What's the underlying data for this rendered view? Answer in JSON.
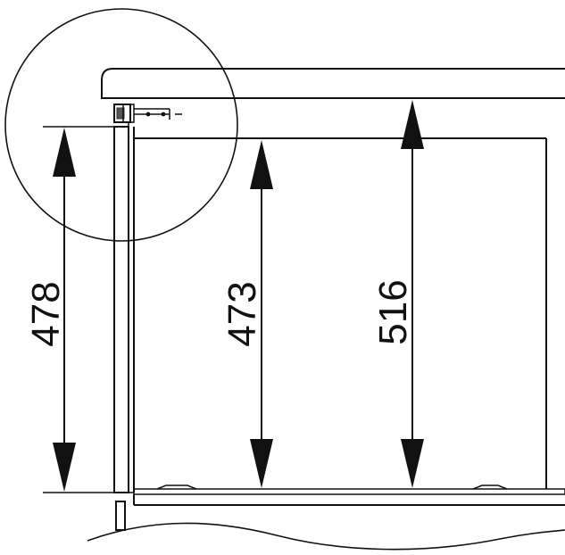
{
  "dimensions": {
    "left_height": "478",
    "inner_height": "473",
    "outer_height": "516"
  },
  "colors": {
    "line": "#111111",
    "background": "#ffffff"
  }
}
